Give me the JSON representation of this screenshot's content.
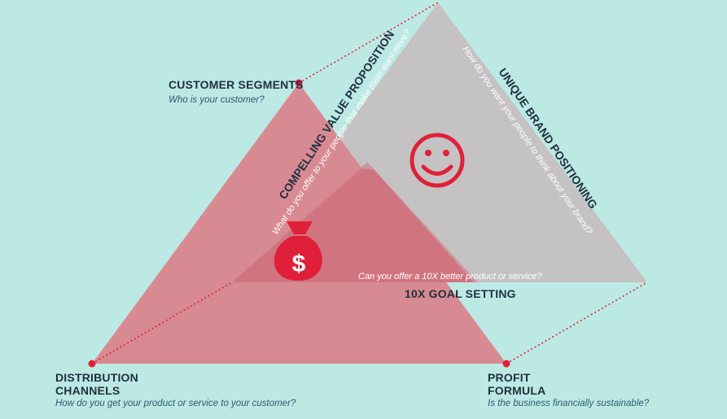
{
  "colors": {
    "background": "#bde9e5",
    "left_triangle": "#d88a92",
    "right_triangle": "#c5c2c3",
    "overlap": "#d07580",
    "accent_red": "#e0203a",
    "dark_text": "#1f2f3f",
    "subtitle_text": "#2b5a6e"
  },
  "icons": {
    "money_bag": "money-bag-icon",
    "smiley": "smiley-icon"
  },
  "customer_segments": {
    "title": "CUSTOMER SEGMENTS",
    "question": "Who is your customer?"
  },
  "distribution_channels": {
    "title_line1": "DISTRIBUTION",
    "title_line2": "CHANNELS",
    "question": "How do you get your product or service to your customer?"
  },
  "profit_formula": {
    "title_line1": "PROFIT",
    "title_line2": "FORMULA",
    "question": "Is the business financially sustainable?"
  },
  "value_proposition": {
    "title": "COMPELLING VALUE PROPOSITION",
    "question": "What do you offer to your people that make them want more?"
  },
  "brand_positioning": {
    "title": "UNIQUE BRAND POSITIONING",
    "question": "How do you want your people to think about your brand?"
  },
  "goal_setting": {
    "title": "10X GOAL SETTING",
    "question": "Can you offer a 10X better product or service?"
  }
}
